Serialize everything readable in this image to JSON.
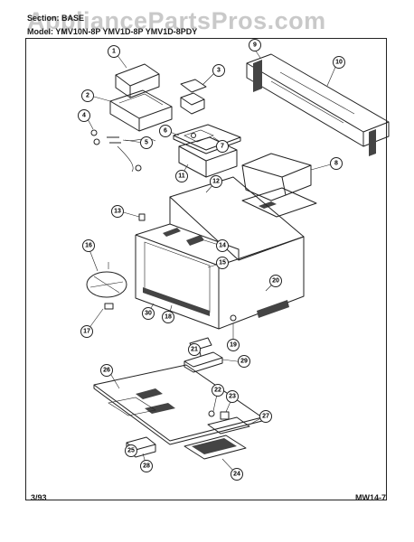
{
  "watermark": "AppliancePartsPros.com",
  "header": {
    "section_label": "Section: BASE",
    "model_label": "Model: YMV10N-8P YMV1D-8P YMV1D-8PDY"
  },
  "footer": {
    "date": "3/93",
    "page_code": "MW14-7"
  },
  "callouts": [
    "1",
    "2",
    "3",
    "4",
    "5",
    "6",
    "7",
    "8",
    "9",
    "10",
    "11",
    "12",
    "13",
    "14",
    "15",
    "16",
    "17",
    "18",
    "19",
    "20",
    "21",
    "22",
    "23",
    "24",
    "25",
    "26",
    "27",
    "28",
    "29",
    "30"
  ]
}
